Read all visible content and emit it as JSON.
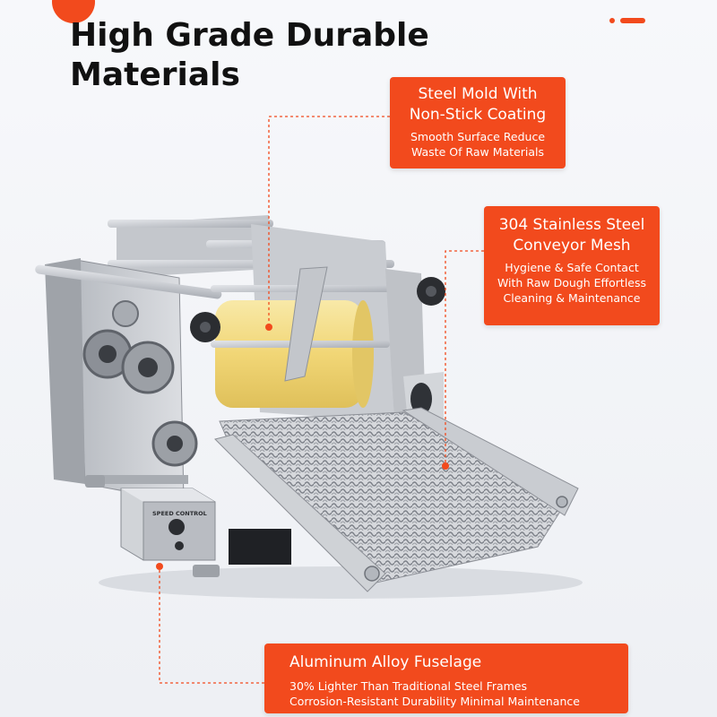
{
  "headline": {
    "line1": "High Grade Durable",
    "line2": "Materials"
  },
  "callouts": {
    "mold": {
      "title_line1": "Steel Mold With",
      "title_line2": "Non-Stick Coating",
      "desc_line1": "Smooth Surface Reduce",
      "desc_line2": "Waste Of Raw Materials"
    },
    "mesh": {
      "title_line1": "304 Stainless Steel",
      "title_line2": "Conveyor Mesh",
      "desc_line1": "Hygiene & Safe Contact",
      "desc_line2": "With Raw Dough Effortless",
      "desc_line3": "Cleaning & Maintenance"
    },
    "alloy": {
      "title": "Aluminum Alloy Fuselage",
      "desc_line1": "30% Lighter Than Traditional Steel Frames",
      "desc_line2": "Corrosion-Resistant Durability Minimal Maintenance"
    }
  },
  "machine": {
    "control_label": "SPEED CONTROL"
  },
  "colors": {
    "accent": "#f24a1d",
    "roller": "#f4dc86",
    "steel": "#c9ccd1"
  }
}
